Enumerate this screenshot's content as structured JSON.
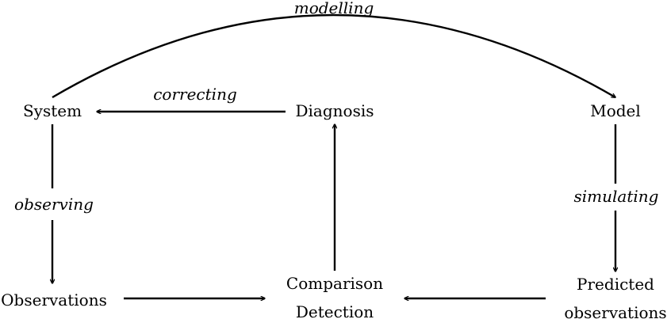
{
  "nodes": {
    "system": "System",
    "diagnosis": "Diagnosis",
    "model": "Model",
    "observations": "Observations",
    "comparison_line1": "Comparison",
    "comparison_line2": "Detection",
    "predicted_line1": "Predicted",
    "predicted_line2": "observations"
  },
  "edge_labels": {
    "modelling": "modelling",
    "correcting": "correcting",
    "observing": "observing",
    "simulating": "simulating"
  },
  "colors": {
    "line": "#000000",
    "background": "#ffffff"
  }
}
